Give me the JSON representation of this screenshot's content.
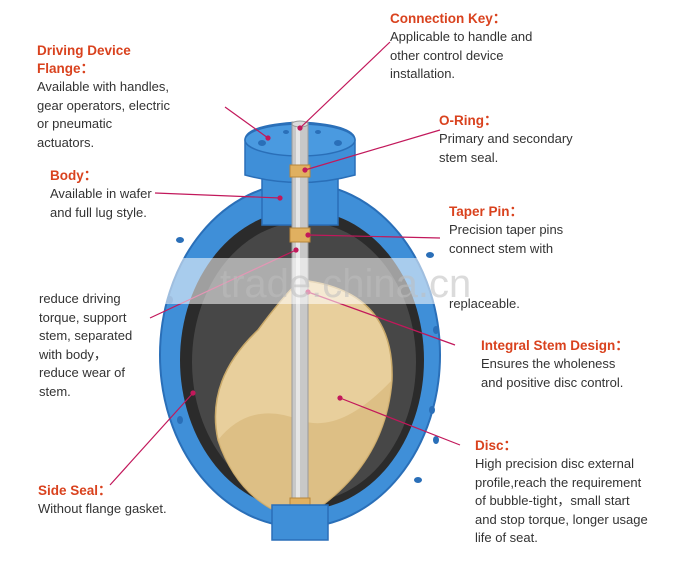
{
  "colors": {
    "title": "#d9421e",
    "text": "#333333",
    "leader": "#c2185b",
    "body_blue": "#3f8fd8",
    "body_blue_dark": "#2a6fb8",
    "disc": "#e8cf9c",
    "disc_shade": "#c9a96a",
    "stem": "#c8c8c8",
    "seat": "#2b2b2b"
  },
  "labels": {
    "connection_key": {
      "title": "Connection Key：",
      "desc": "Applicable to handle and\nother control device\ninstallation."
    },
    "driving_flange": {
      "title": "Driving Device\nFlange：",
      "desc": "Available with handles,\ngear operators, electric\nor pneumatic\nactuators."
    },
    "o_ring": {
      "title": "O-Ring：",
      "desc": "Primary and secondary\nstem seal."
    },
    "body": {
      "title": "Body：",
      "desc": "Available in wafer\nand full lug style."
    },
    "taper_pin": {
      "title": "Taper Pin：",
      "desc": "Precision taper pins\nconnect stem with"
    },
    "taper_pin_tail": {
      "desc": "replaceable."
    },
    "bushing": {
      "desc": "reduce driving\ntorque, support\nstem, separated\nwith body，\nreduce wear of\nstem."
    },
    "integral_stem": {
      "title": "Integral Stem Design：",
      "desc": "Ensures the wholeness\nand positive disc control."
    },
    "disc": {
      "title": "Disc：",
      "desc": "High precision disc external\nprofile,reach the requirement\nof bubble-tight，small start\nand stop torque, longer usage\nlife of seat."
    },
    "side_seal": {
      "title": "Side Seal：",
      "desc": "Without flange gasket."
    }
  },
  "watermark": {
    "text": "trade.china.cn"
  }
}
